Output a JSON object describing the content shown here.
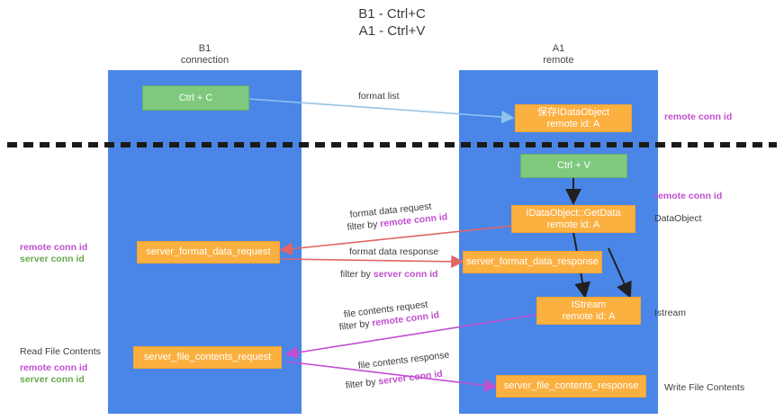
{
  "title": {
    "line1": "B1 - Ctrl+C",
    "line2": "A1 - Ctrl+V"
  },
  "lanes": [
    {
      "id": "b1",
      "name": "B1",
      "role": "connection"
    },
    {
      "id": "a1",
      "name": "A1",
      "role": "remote"
    }
  ],
  "colors": {
    "lane": "#4a86e8",
    "green_box": "#7fc97f",
    "orange_box": "#fbb040",
    "remote_conn_id": "#c04fd0",
    "server_conn_id": "#6aa84f",
    "arrow_format_list": "#8fc3e8",
    "arrow_format_data": "#e06666",
    "arrow_file_contents": "#c04fd0",
    "arrow_internal": "#202020",
    "divider": "#1a1a1a",
    "text": "#3c3c3c"
  },
  "nodes": {
    "ctrl_c": {
      "line1": "Ctrl + C"
    },
    "ctrl_v": {
      "line1": "Ctrl + V"
    },
    "save_idataobject": {
      "line1": "保存IDataObject",
      "line2": "remote id: A"
    },
    "getdata": {
      "line1": "IDataObject::GetData",
      "line2": "remote id: A"
    },
    "istream": {
      "line1": "IStream",
      "line2": "remote id: A"
    },
    "server_format_data_request": {
      "line1": "server_format_data_request"
    },
    "server_format_data_response": {
      "line1": "server_format_data_response"
    },
    "server_file_contents_request": {
      "line1": "server_file_contents_request"
    },
    "server_file_contents_response": {
      "line1": "server_file_contents_response"
    }
  },
  "edge_labels": {
    "format_list": "format list",
    "format_data_request": "format data request",
    "format_data_request_filter_prefix": "filter by ",
    "format_data_request_filter_key": "remote conn id",
    "format_data_response": "format data response",
    "format_data_response_filter_prefix": "filter by ",
    "format_data_response_filter_key": "server conn id",
    "file_contents_request": "file contents request",
    "file_contents_request_filter_prefix": "filter by ",
    "file_contents_request_filter_key": "remote conn id",
    "file_contents_response": "file contents response",
    "file_contents_response_filter_prefix": "filter by ",
    "file_contents_response_filter_key": "server conn id"
  },
  "right_labels": {
    "remote_conn_id_top": "remote conn id",
    "remote_conn_id_mid": "remote conn id",
    "data_object": "DataObject",
    "istream": "Istream",
    "write_file_contents": "Write File Contents"
  },
  "left_labels": {
    "remote_conn_id_mid": "remote conn id",
    "server_conn_id_mid": "server conn id",
    "read_file_contents": "Read File Contents",
    "remote_conn_id_bottom": "remote conn id",
    "server_conn_id_bottom": "server conn id"
  }
}
